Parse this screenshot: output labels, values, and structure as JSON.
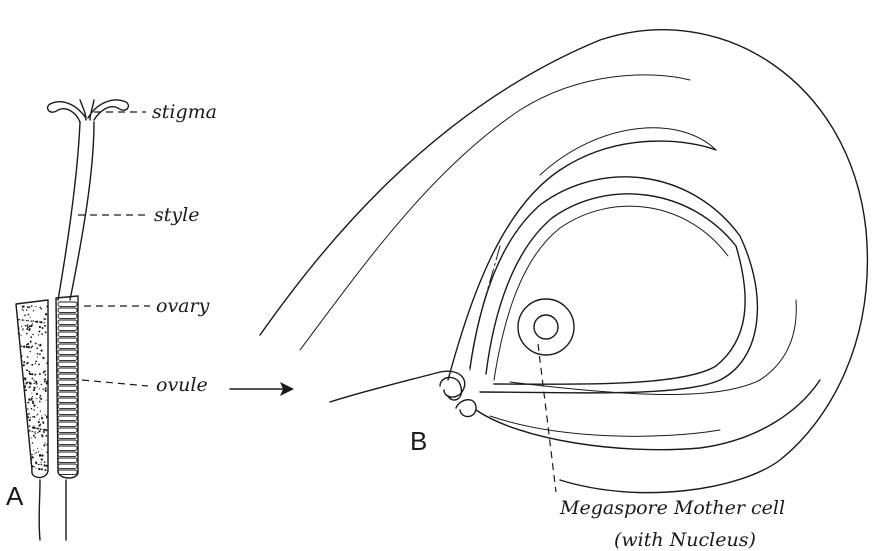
{
  "figure_a": {
    "panel_label": "A",
    "labels": {
      "stigma": "stigma",
      "style": "style",
      "ovary": "ovary",
      "ovule": "ovule"
    }
  },
  "figure_b": {
    "panel_label": "B",
    "labels": {
      "megaspore_line1": "Megaspore Mother cell",
      "megaspore_line2": "(with Nucleus)"
    }
  }
}
